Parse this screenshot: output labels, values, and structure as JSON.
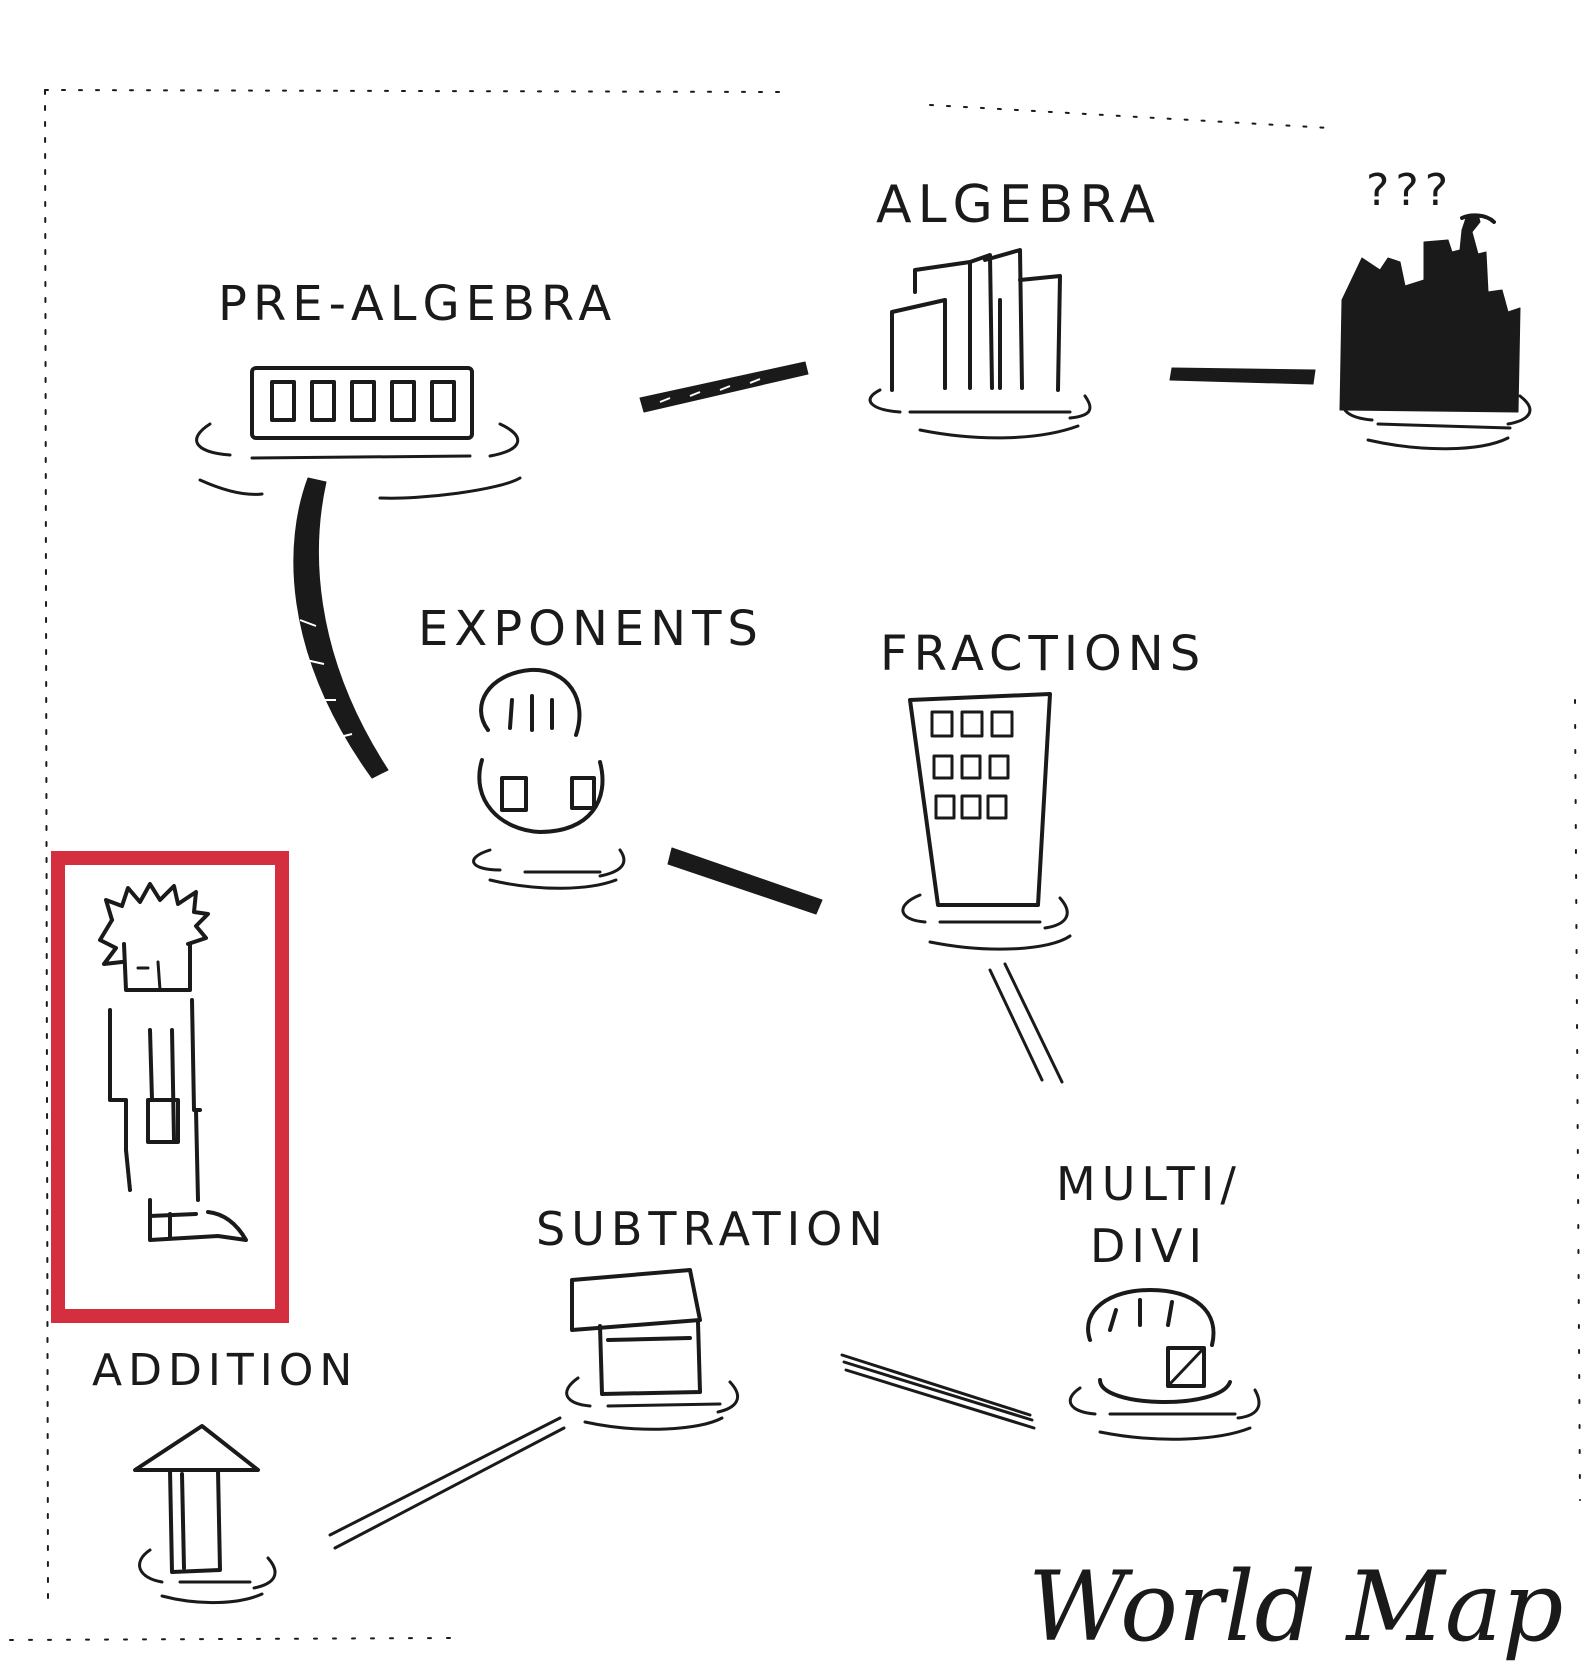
{
  "map": {
    "title": "World Map",
    "nodes": {
      "pre_algebra": "PRE-ALGEBRA",
      "algebra": "ALGEBRA",
      "mystery": "???",
      "exponents": "EXPONENTS",
      "fractions": "FRACTIONS",
      "multi_line1": "MULTI/",
      "multi_line2": "DIVI",
      "subtraction": "SUBTRATION",
      "addition": "ADDITION"
    },
    "player": {
      "frame_color": "#d32f3f"
    }
  }
}
